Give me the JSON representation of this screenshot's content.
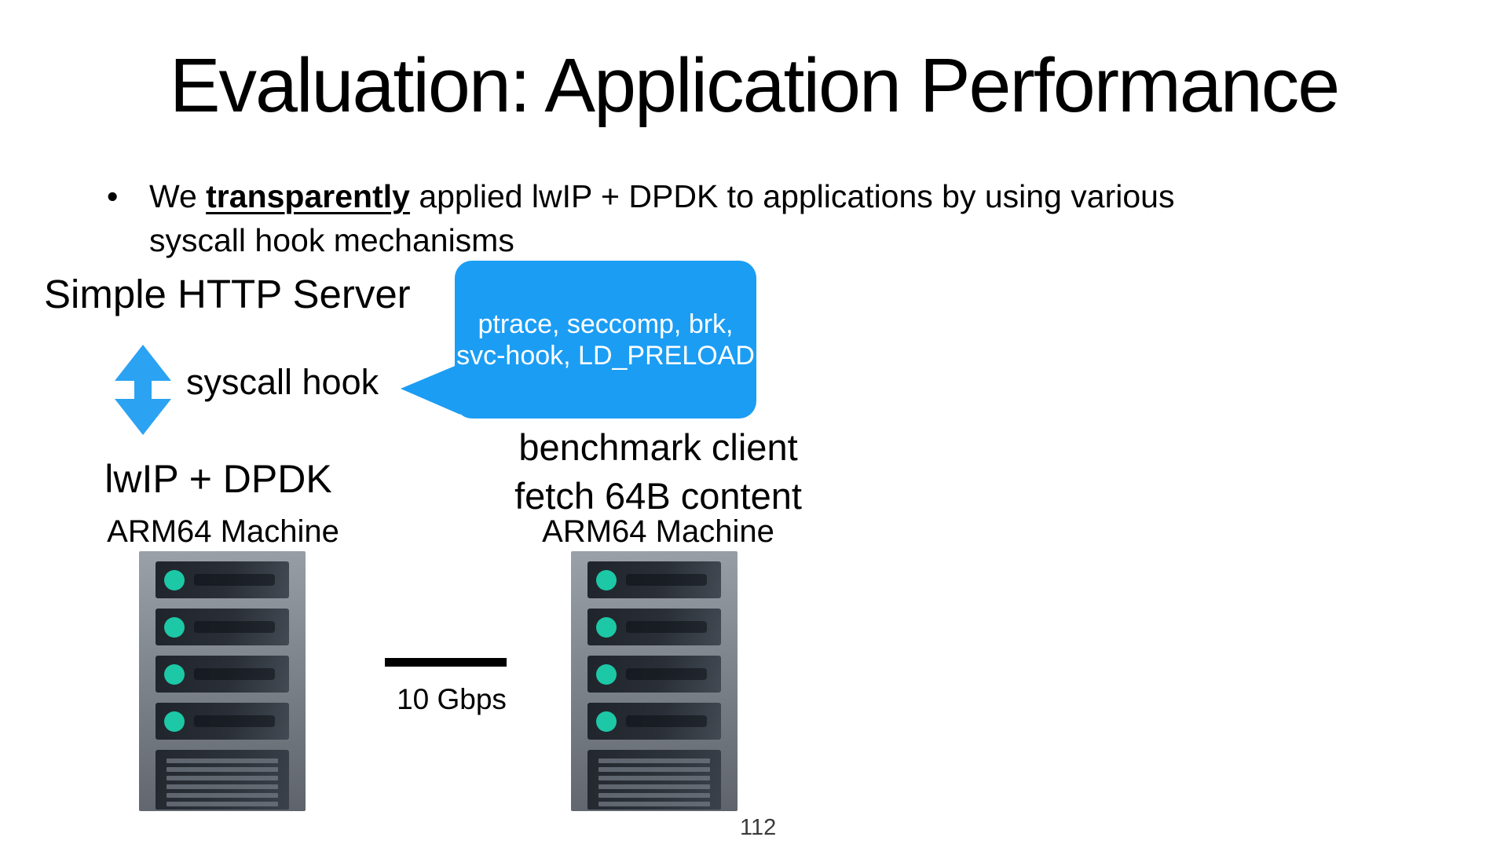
{
  "slide": {
    "title": "Evaluation: Application Performance",
    "page_number": "112",
    "background": "#ffffff"
  },
  "bullet": {
    "marker": "•",
    "pre": "We ",
    "emphasis": "transparently",
    "post": " applied lwIP + DPDK to applications by using various",
    "line2": "syscall hook mechanisms"
  },
  "left_column": {
    "server_label": "Simple HTTP Server",
    "hook_label": "syscall hook",
    "stack_label": "lwIP + DPDK",
    "machine_label": "ARM64 Machine"
  },
  "callout": {
    "line1": "ptrace, seccomp, brk,",
    "line2": "svc-hook, LD_PRELOAD",
    "fill": "#1b9df4",
    "text_color": "#ffffff"
  },
  "right_column": {
    "client_label": "benchmark client",
    "client_action": "fetch 64B content",
    "machine_label": "ARM64 Machine"
  },
  "link": {
    "label": "10 Gbps",
    "color": "#000000"
  },
  "colors": {
    "arrow_blue": "#2ba2f2",
    "callout_blue": "#1b9df4",
    "led_teal": "#1dc8a6",
    "rack_body_top": "#9ba1a9",
    "rack_body_bottom": "#5e636c"
  }
}
